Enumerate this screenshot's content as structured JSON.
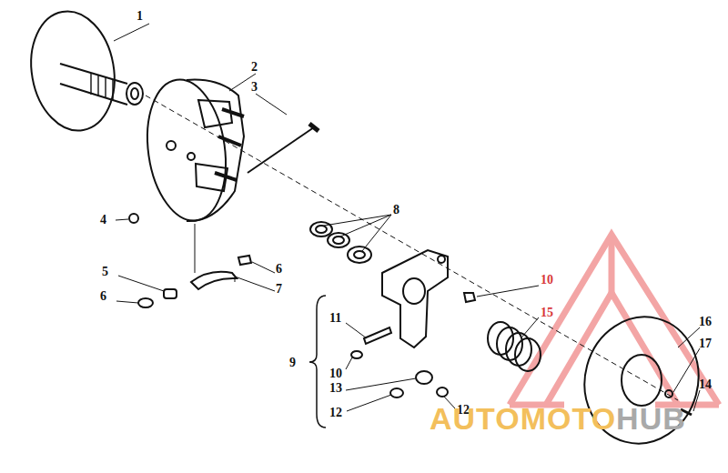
{
  "diagram": {
    "labels": [
      "1",
      "2",
      "3",
      "4",
      "5",
      "6",
      "6",
      "7",
      "8",
      "9",
      "10",
      "10",
      "11",
      "12",
      "12",
      "13",
      "14",
      "15",
      "16",
      "17",
      "AUTOMOTO",
      "HUB"
    ]
  }
}
